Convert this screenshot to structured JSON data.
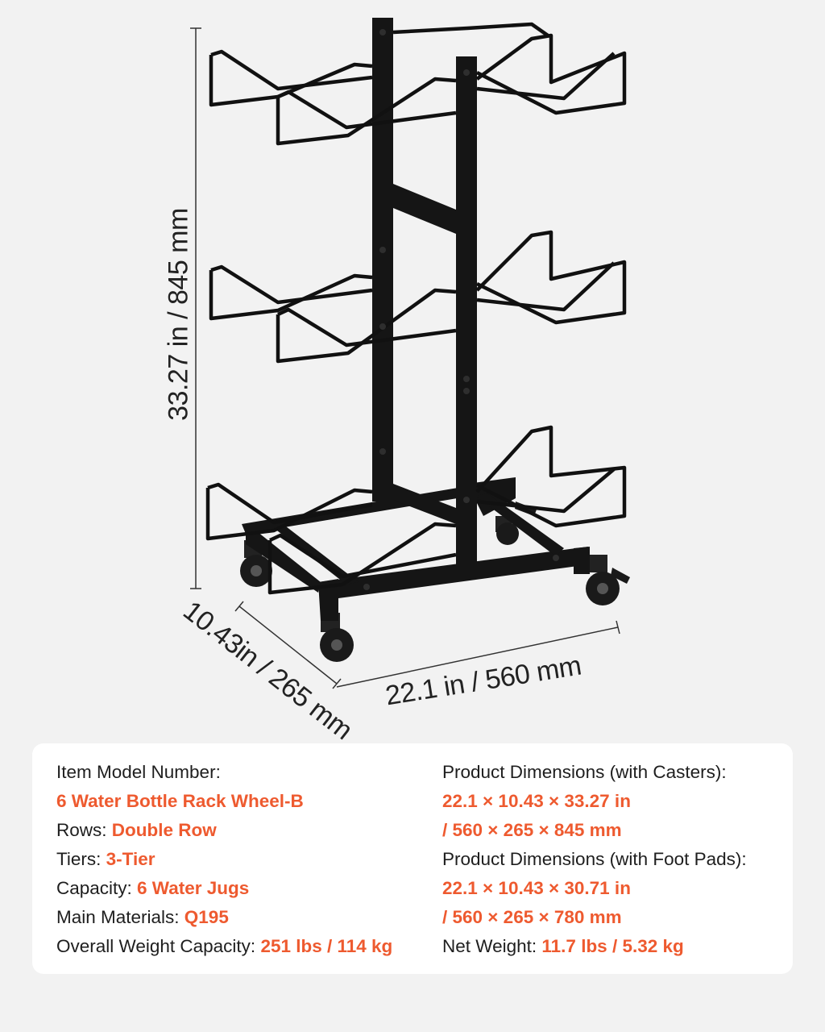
{
  "dimensions": {
    "height": "33.27 in / 845 mm",
    "depth": "10.43in / 265 mm",
    "width": "22.1 in / 560 mm"
  },
  "colors": {
    "accent": "#ee5a2f",
    "frame": "#151515",
    "background": "#f2f2f2",
    "card": "#ffffff"
  },
  "specs": {
    "left": {
      "model_label": "Item Model Number:",
      "model_value": "6 Water Bottle Rack Wheel-B",
      "rows_label": "Rows: ",
      "rows_value": "Double Row",
      "tiers_label": "Tiers: ",
      "tiers_value": "3-Tier",
      "capacity_label": "Capacity: ",
      "capacity_value": "6 Water Jugs",
      "materials_label": "Main Materials: ",
      "materials_value": "Q195",
      "weight_cap_label": "Overall Weight Capacity: ",
      "weight_cap_value": "251 lbs / 114 kg"
    },
    "right": {
      "dims_casters_label": "Product Dimensions (with Casters):",
      "dims_casters_in": "22.1 × 10.43 × 33.27 in",
      "dims_casters_mm": "/ 560 × 265 × 845 mm",
      "dims_pads_label": "Product Dimensions (with Foot Pads):",
      "dims_pads_in": "22.1 × 10.43 × 30.71 in",
      "dims_pads_mm": "/ 560 × 265 × 780 mm",
      "net_weight_label": "Net Weight: ",
      "net_weight_value": "11.7 lbs / 5.32 kg"
    }
  }
}
